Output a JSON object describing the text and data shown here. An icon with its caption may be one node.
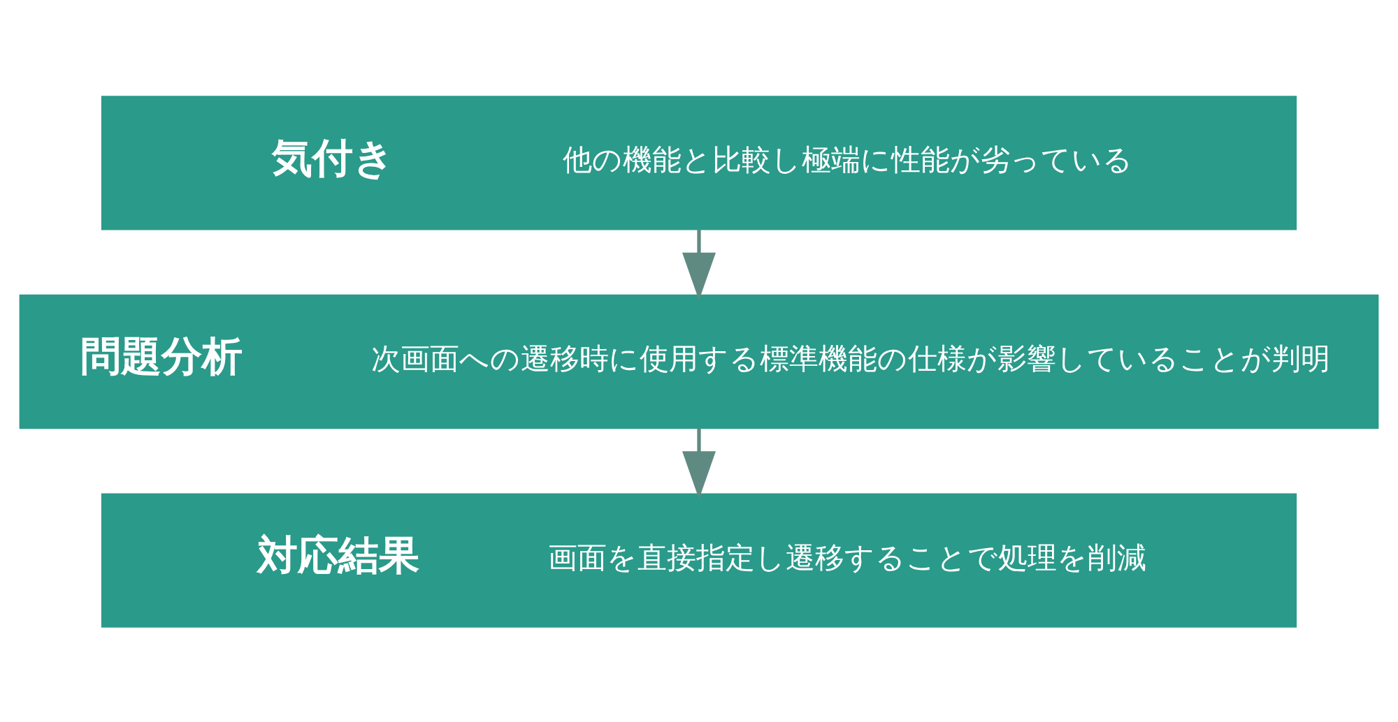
{
  "diagram": {
    "nodes": [
      {
        "text": [
          "気付き",
          "他の機能と比較し極端に性能が劣っている"
        ]
      },
      {
        "text": [
          "問題分析",
          "次画面への遷移時に使用する標準機能の仕様が影響していることが判明"
        ]
      },
      {
        "text": [
          "対応結果",
          "画面を直接指定し遷移することで処理を削減"
        ]
      }
    ],
    "edges": [
      {
        "from": 0,
        "to": 1,
        "arrow": "to"
      },
      {
        "from": 1,
        "to": 2,
        "arrow": "to"
      }
    ]
  }
}
